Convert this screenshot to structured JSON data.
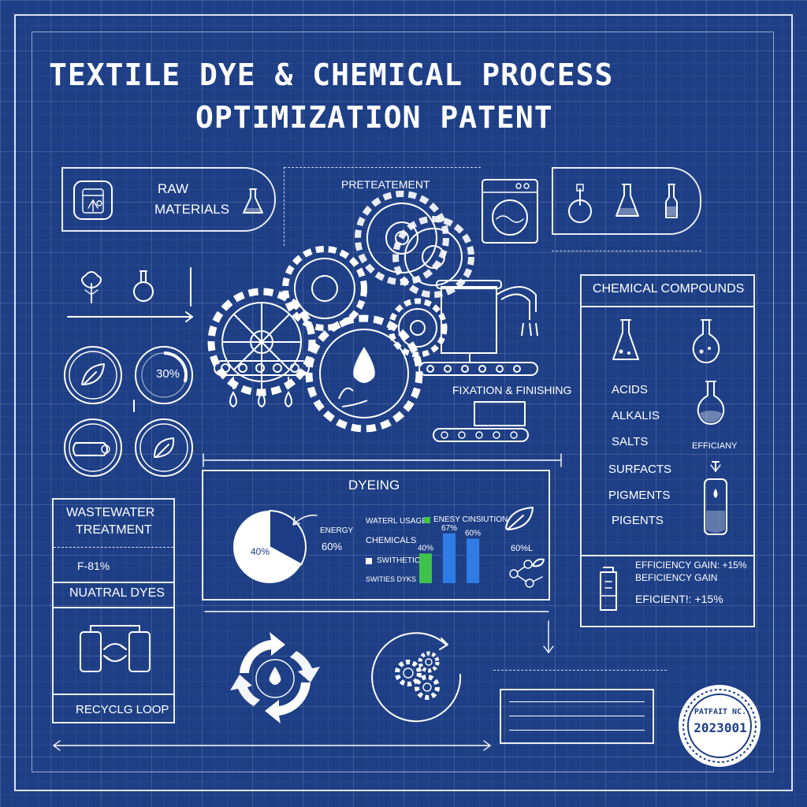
{
  "title": {
    "line1": "TEXTILE DYE & CHEMICAL PROCESS",
    "line2": "OPTIMIZATION PATENT"
  },
  "raw_materials": {
    "line1": "RAW",
    "line2": "MATERIALS"
  },
  "pretreatment": {
    "label": "PRETEATEMENT"
  },
  "fixation": {
    "label": "FIXATION & FINISHING"
  },
  "progress_circle": {
    "label": "30%",
    "value": 0.3
  },
  "chemical_compounds": {
    "title": "CHEMICAL COMPOUNDS",
    "items": [
      "ACIDS",
      "ALKALIS",
      "SALTS",
      "SURFACTS",
      "PIGMENTS",
      "PIGENTS"
    ],
    "side_label": "EFFICIANY",
    "gain_line1": "EFFICIENCY GAIN: +15%",
    "gain_line2": "BEFICIENCY GAIN",
    "gain_line3": "EFICIENT!: +15%"
  },
  "wastewater": {
    "title_line1": "WASTEWATER",
    "title_line2": "TREATMENT",
    "value": "F-81%",
    "dyes": "NUATRAL DYES",
    "loop": "RECYCLG LOOP"
  },
  "dyeing": {
    "title": "DYEING",
    "pie_label": "40%",
    "energy_label": "ENERGY",
    "energy_value": "60%",
    "legend_water": "WATERL USAGE",
    "legend_energy": "ENESY CINSIUTION",
    "legend_chemicals": "CHEMICALS",
    "legend_synthetic": "SWITHETIC",
    "legend_synthetic_dyes": "SWITIES DYKS",
    "bar_label_1": "40%",
    "bar_label_2": "67%",
    "bar_label_3": "60%",
    "side_value": "60%L",
    "colors": {
      "blue": "#2f7ce6",
      "green": "#3fc24a",
      "navy": "#1d3c85"
    }
  },
  "chart_data": {
    "type": "bar",
    "categories": [
      "",
      "",
      ""
    ],
    "values": [
      40,
      67,
      60
    ]
  },
  "stamp": {
    "line1": "PATFAIT NC.",
    "line2": "2023001"
  },
  "colors": {
    "background": "#1e3f86",
    "line": "#ffffff"
  }
}
